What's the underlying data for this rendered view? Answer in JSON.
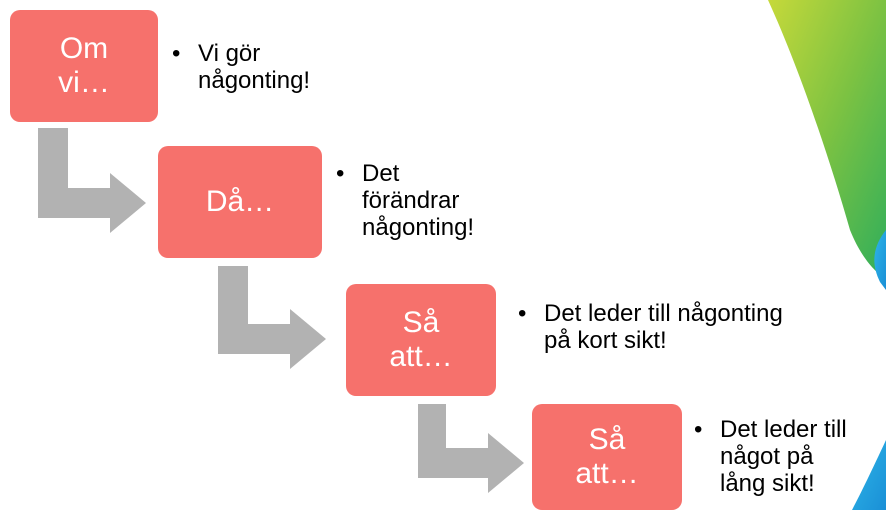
{
  "steps": [
    {
      "box_lines": [
        "Om",
        "vi…"
      ],
      "bullet_lines": [
        "Vi gör",
        "någonting!"
      ]
    },
    {
      "box_lines": [
        "Då…"
      ],
      "bullet_lines": [
        "Det",
        "förändrar",
        "någonting!"
      ]
    },
    {
      "box_lines": [
        "Så",
        "att…"
      ],
      "bullet_lines": [
        "Det leder till någonting",
        "på kort sikt!"
      ]
    },
    {
      "box_lines": [
        "Så",
        "att…"
      ],
      "bullet_lines": [
        "Det leder till",
        "något på",
        "lång sikt!"
      ]
    }
  ],
  "bullet_symbol": "•",
  "colors": {
    "box": "#f6716c",
    "box_text": "#ffffff",
    "arrow": "#b2b2b2",
    "deco_green": "#8cc63f",
    "deco_blue": "#29a9e0"
  }
}
